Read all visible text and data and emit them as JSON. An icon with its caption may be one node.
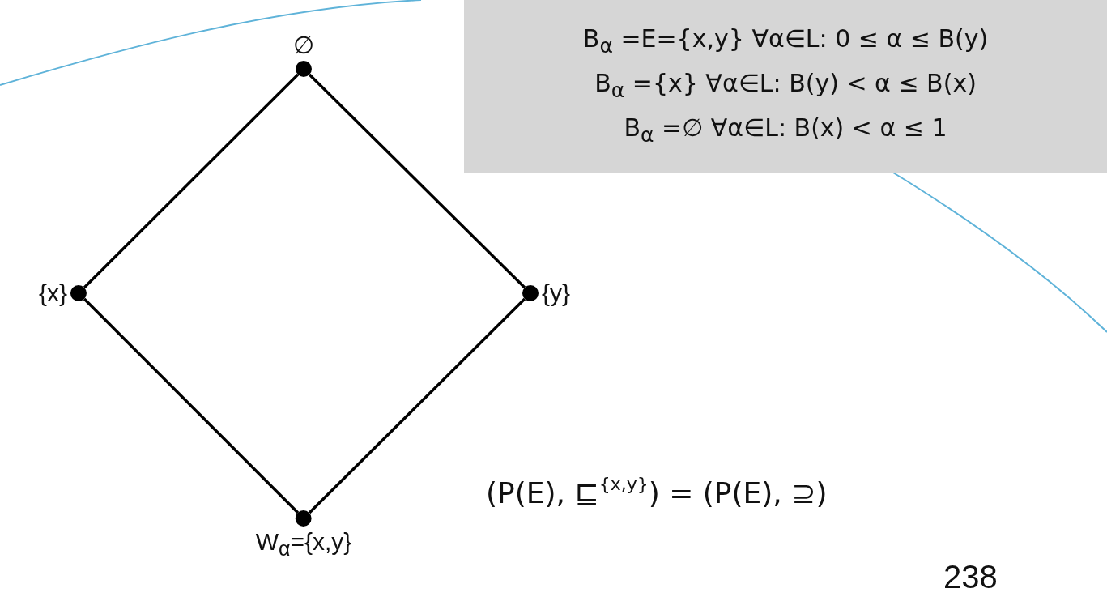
{
  "diagram": {
    "nodes": [
      {
        "text": [
          "∅"
        ]
      },
      {
        "text": [
          "{x}"
        ]
      },
      {
        "text": [
          "{y}"
        ]
      },
      {
        "text": [
          "W$_{α}$={x,y}"
        ]
      }
    ],
    "edges": [
      {
        "from": 0,
        "to": 1,
        "arrow": "none"
      },
      {
        "from": 0,
        "to": 2,
        "arrow": "none"
      },
      {
        "from": 1,
        "to": 3,
        "arrow": "none"
      },
      {
        "from": 2,
        "to": 3,
        "arrow": "none"
      }
    ],
    "labels": [
      "B$_{α}$ =E={x,y}  ∀α∈L: 0 ≤ α ≤ B(y)",
      "B$_{α}$ ={x}  ∀α∈L: B(y) < α ≤ B(x)",
      "B$_{α}$ =∅  ∀α∈L: B(x) < α ≤ 1",
      "(P(E), ⊑",
      "{x,y}",
      ") = (P(E), ⊇)",
      "238"
    ]
  }
}
